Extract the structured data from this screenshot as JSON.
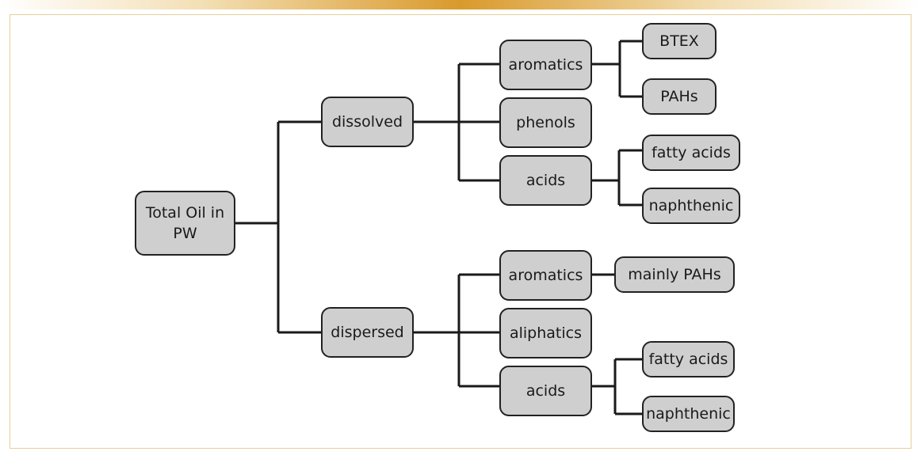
{
  "colors": {
    "node_fill": "#cfcfcf",
    "node_border": "#222222",
    "line": "#1a1a1a",
    "frame_border": "#e6cf98",
    "accent": "#d99a2c"
  },
  "nodes": {
    "root": "Total Oil in PW",
    "dissolved": {
      "label": "dissolved",
      "aromatics": {
        "label": "aromatics",
        "btex": "BTEX",
        "pahs": "PAHs"
      },
      "phenols": "phenols",
      "acids": {
        "label": "acids",
        "fatty": "fatty acids",
        "naphthenic": "naphthenic"
      }
    },
    "dispersed": {
      "label": "dispersed",
      "aromatics": {
        "label": "aromatics",
        "mainly_pahs": "mainly PAHs"
      },
      "aliphatics": "aliphatics",
      "acids": {
        "label": "acids",
        "fatty": "fatty acids",
        "naphthenic": "naphthenic"
      }
    }
  }
}
